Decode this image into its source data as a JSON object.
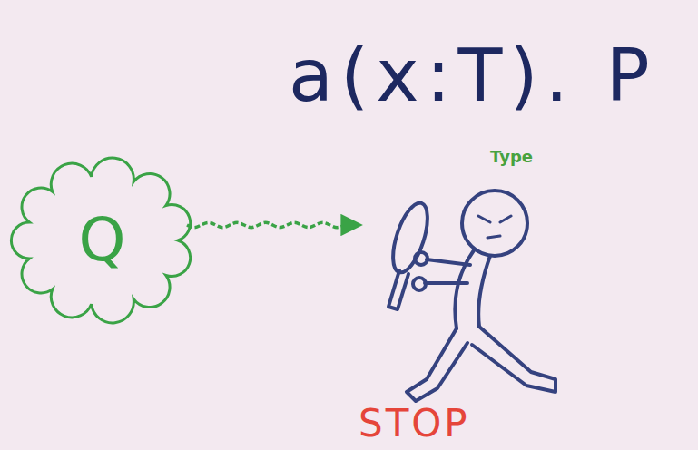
{
  "diagram": {
    "nodes": [
      {
        "text": [
          "Q"
        ]
      },
      {
        "text": [
          "STOP"
        ]
      }
    ],
    "edges": [
      {
        "from": 0,
        "to": 1,
        "arrow": "to"
      }
    ],
    "labels": [
      "a(x:T). P",
      "Type"
    ]
  }
}
